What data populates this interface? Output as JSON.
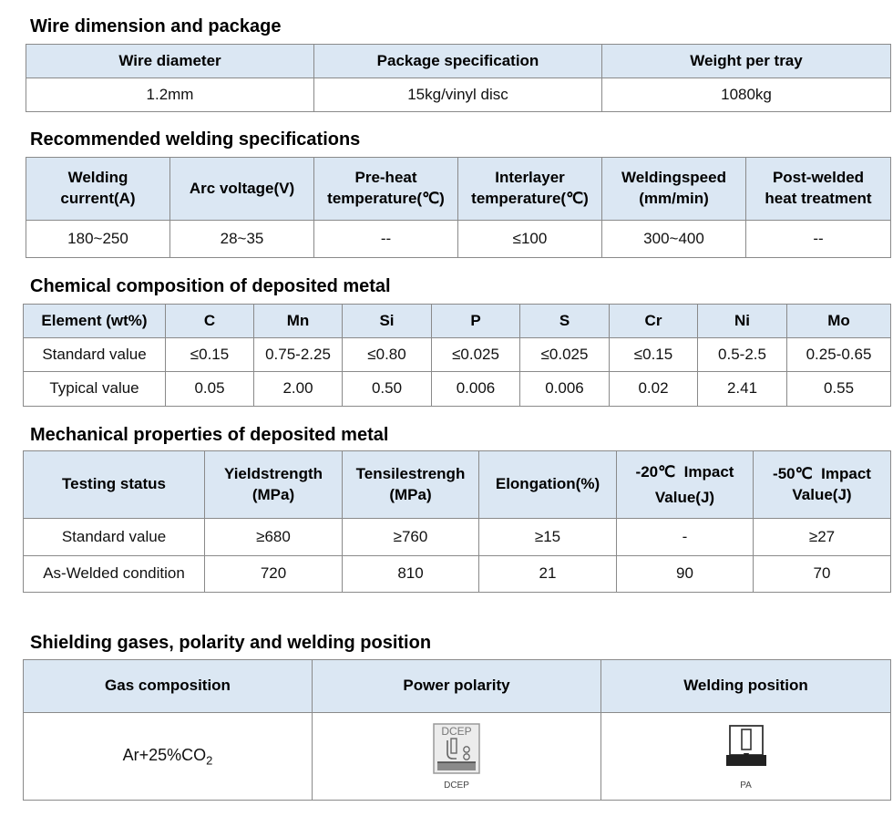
{
  "sections": {
    "wire": {
      "title": "Wire dimension and package",
      "headers": [
        "Wire diameter",
        "Package specification",
        "Weight per tray"
      ],
      "values": [
        "1.2mm",
        "15kg/vinyl disc",
        "1080kg"
      ]
    },
    "welding": {
      "title": "Recommended welding specifications",
      "headers": [
        [
          "Welding",
          "current(A)"
        ],
        [
          "Arc voltage(V)"
        ],
        [
          "Pre-heat",
          "temperature(℃)"
        ],
        [
          "Interlayer",
          "temperature(℃)"
        ],
        [
          "Weldingspeed",
          "(mm/min)"
        ],
        [
          "Post-welded",
          "heat treatment"
        ]
      ],
      "values": [
        "180~250",
        "28~35",
        "--",
        "≤100",
        "300~400",
        "--"
      ]
    },
    "chemical": {
      "title": "Chemical composition of deposited metal",
      "headers": [
        "Element (wt%)",
        "C",
        "Mn",
        "Si",
        "P",
        "S",
        "Cr",
        "Ni",
        "Mo"
      ],
      "rows": [
        [
          "Standard value",
          "≤0.15",
          "0.75-2.25",
          "≤0.80",
          "≤0.025",
          "≤0.025",
          "≤0.15",
          "0.5-2.5",
          "0.25-0.65"
        ],
        [
          "Typical value",
          "0.05",
          "2.00",
          "0.50",
          "0.006",
          "0.006",
          "0.02",
          "2.41",
          "0.55"
        ]
      ]
    },
    "mechanical": {
      "title": "Mechanical properties of deposited metal",
      "headers": [
        [
          "Testing status"
        ],
        [
          "Yieldstrength",
          "(MPa)"
        ],
        [
          "Tensilestrengh",
          "(MPa)"
        ],
        [
          "Elongation(%)"
        ],
        [
          "-20℃  Impact",
          "Value(J)"
        ],
        [
          "-50℃  Impact",
          "Value(J)"
        ]
      ],
      "rows": [
        [
          "Standard value",
          "≥680",
          "≥760",
          "≥15",
          "-",
          "≥27"
        ],
        [
          "As-Welded condition",
          "720",
          "810",
          "21",
          "90",
          "70"
        ]
      ]
    },
    "shielding": {
      "title": "Shielding gases, polarity and welding position",
      "headers": [
        "Gas composition",
        "Power polarity",
        "Welding position"
      ],
      "gas_value": "Ar+25%CO",
      "gas_sub": "2",
      "polarity_icon": "dcep-polarity-icon",
      "polarity_icon_text": "DCEP",
      "polarity_caption": "DCEP",
      "position_icon": "flat-position-icon",
      "position_caption": "PA"
    }
  }
}
